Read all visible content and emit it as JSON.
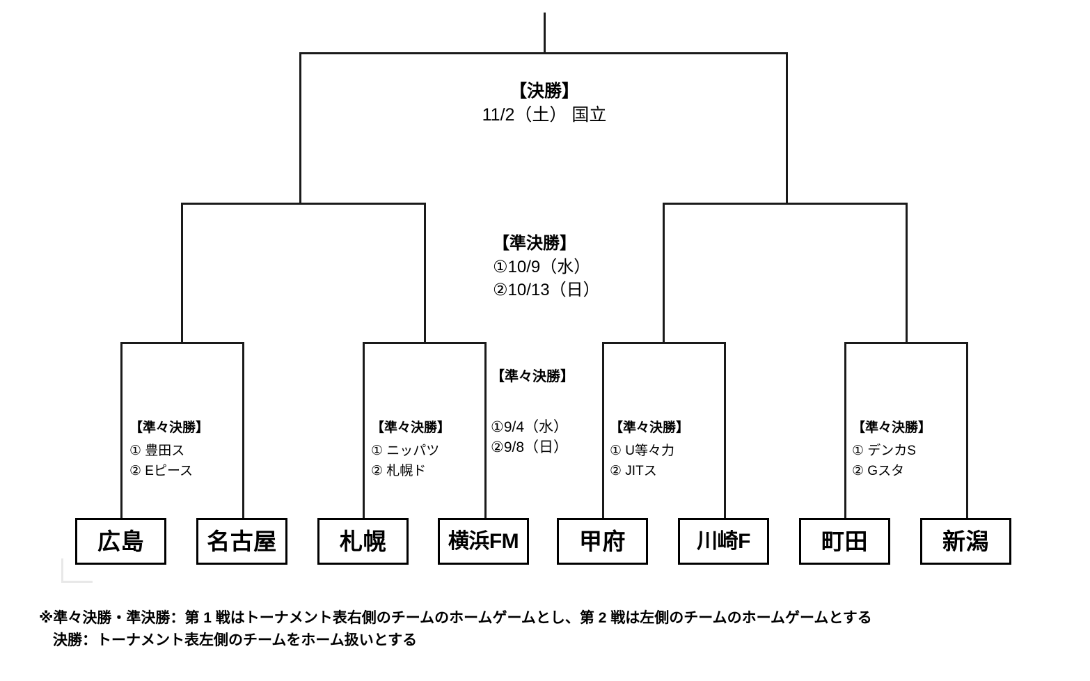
{
  "diagram": {
    "title_final": "【決勝】",
    "final_detail": "11/2（土） 国立",
    "title_semifinal": "【準決勝】",
    "semifinal_leg1": "①10/9（水）",
    "semifinal_leg2": "②10/13（日）",
    "title_quarterfinal": "【準々決勝】",
    "quarterfinal_leg1": "①9/4（水）",
    "quarterfinal_leg2": "②9/8（日）"
  },
  "quarterfinal_venues": [
    {
      "title": "【準々決勝】",
      "leg1": "①  豊田ス",
      "leg2": "②  Eピース"
    },
    {
      "title": "【準々決勝】",
      "leg1": "① ニッパツ",
      "leg2": "②  札幌ド"
    },
    {
      "title": "【準々決勝】",
      "leg1": "① U等々力",
      "leg2": "②  JITス"
    },
    {
      "title": "【準々決勝】",
      "leg1": "① デンカS",
      "leg2": "②  Gスタ"
    }
  ],
  "teams": [
    {
      "name": "広島"
    },
    {
      "name": "名古屋"
    },
    {
      "name": "札幌"
    },
    {
      "name": "横浜FM"
    },
    {
      "name": "甲府"
    },
    {
      "name": "川崎F"
    },
    {
      "name": "町田"
    },
    {
      "name": "新潟"
    }
  ],
  "footnote": {
    "line1": "※準々決勝・準決勝：第 1 戦はトーナメント表右側のチームのホームゲームとし、第 2 戦は左側のチームのホームゲームとする",
    "line2": "決勝：トーナメント表左側のチームをホーム扱いとする"
  },
  "colors": {
    "line": "#1a1a1a",
    "box_border": "#000000",
    "text": "#000000",
    "background": "#ffffff"
  }
}
